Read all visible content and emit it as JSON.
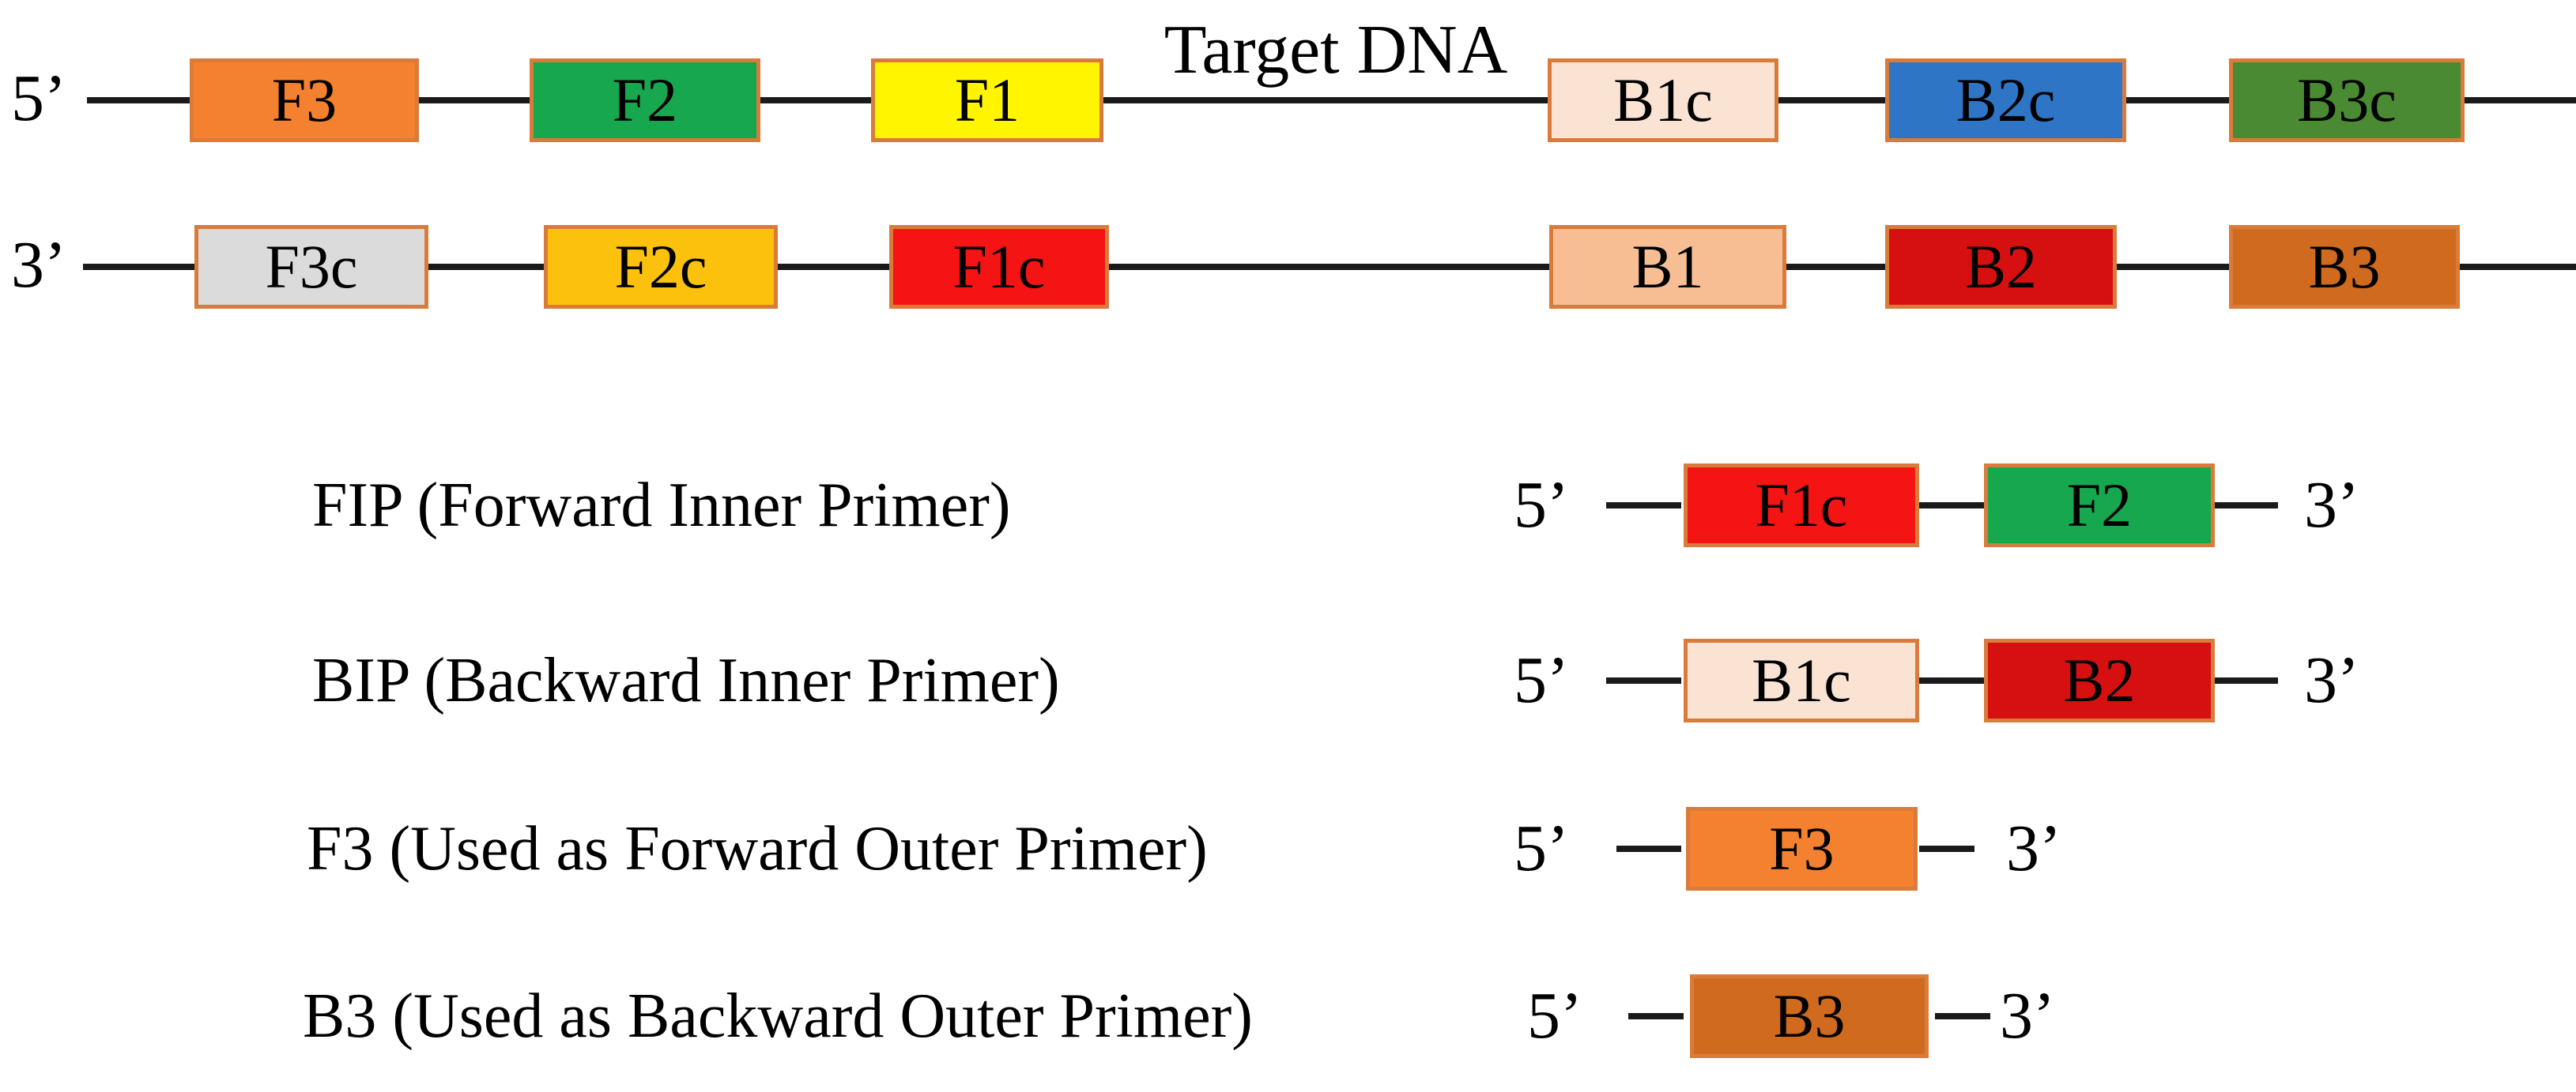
{
  "figure": {
    "target_dna_label": "Target DNA",
    "line_color": "#1a1a1a",
    "box_border_color": "#d97b3a",
    "top_strand": {
      "end_left": "5’",
      "segments": [
        {
          "label": "F3",
          "color": "#f4812f"
        },
        {
          "label": "F2",
          "color": "#17a74f"
        },
        {
          "label": "F1",
          "color": "#fff500"
        },
        {
          "label": "B1c",
          "color": "#fae3d3"
        },
        {
          "label": "B2c",
          "color": "#2e75c6"
        },
        {
          "label": "B3c",
          "color": "#4a8a33"
        }
      ]
    },
    "bottom_strand": {
      "end_left": "3’",
      "segments": [
        {
          "label": "F3c",
          "color": "#dbdbdb"
        },
        {
          "label": "F2c",
          "color": "#fcc10d"
        },
        {
          "label": "F1c",
          "color": "#f41414"
        },
        {
          "label": "B1",
          "color": "#f7be93"
        },
        {
          "label": "B2",
          "color": "#d61010"
        },
        {
          "label": "B3",
          "color": "#d06a1e"
        }
      ]
    },
    "primer_rows": [
      {
        "label": "FIP (Forward Inner Primer)",
        "end_left": "5’",
        "end_right": "3’",
        "boxes": [
          {
            "label": "F1c",
            "color": "#f41414"
          },
          {
            "label": "F2",
            "color": "#17a74f"
          }
        ]
      },
      {
        "label": "BIP (Backward Inner Primer)",
        "end_left": "5’",
        "end_right": "3’",
        "boxes": [
          {
            "label": "B1c",
            "color": "#fae3d3"
          },
          {
            "label": "B2",
            "color": "#d61010"
          }
        ]
      },
      {
        "label": "F3 (Used as Forward Outer Primer)",
        "end_left": "5’",
        "end_right": "3’",
        "boxes": [
          {
            "label": "F3",
            "color": "#f4812f"
          }
        ]
      },
      {
        "label": "B3 (Used as Backward Outer Primer)",
        "end_left": "5’",
        "end_right": "3’",
        "boxes": [
          {
            "label": "B3",
            "color": "#d06a1e"
          }
        ]
      }
    ]
  }
}
